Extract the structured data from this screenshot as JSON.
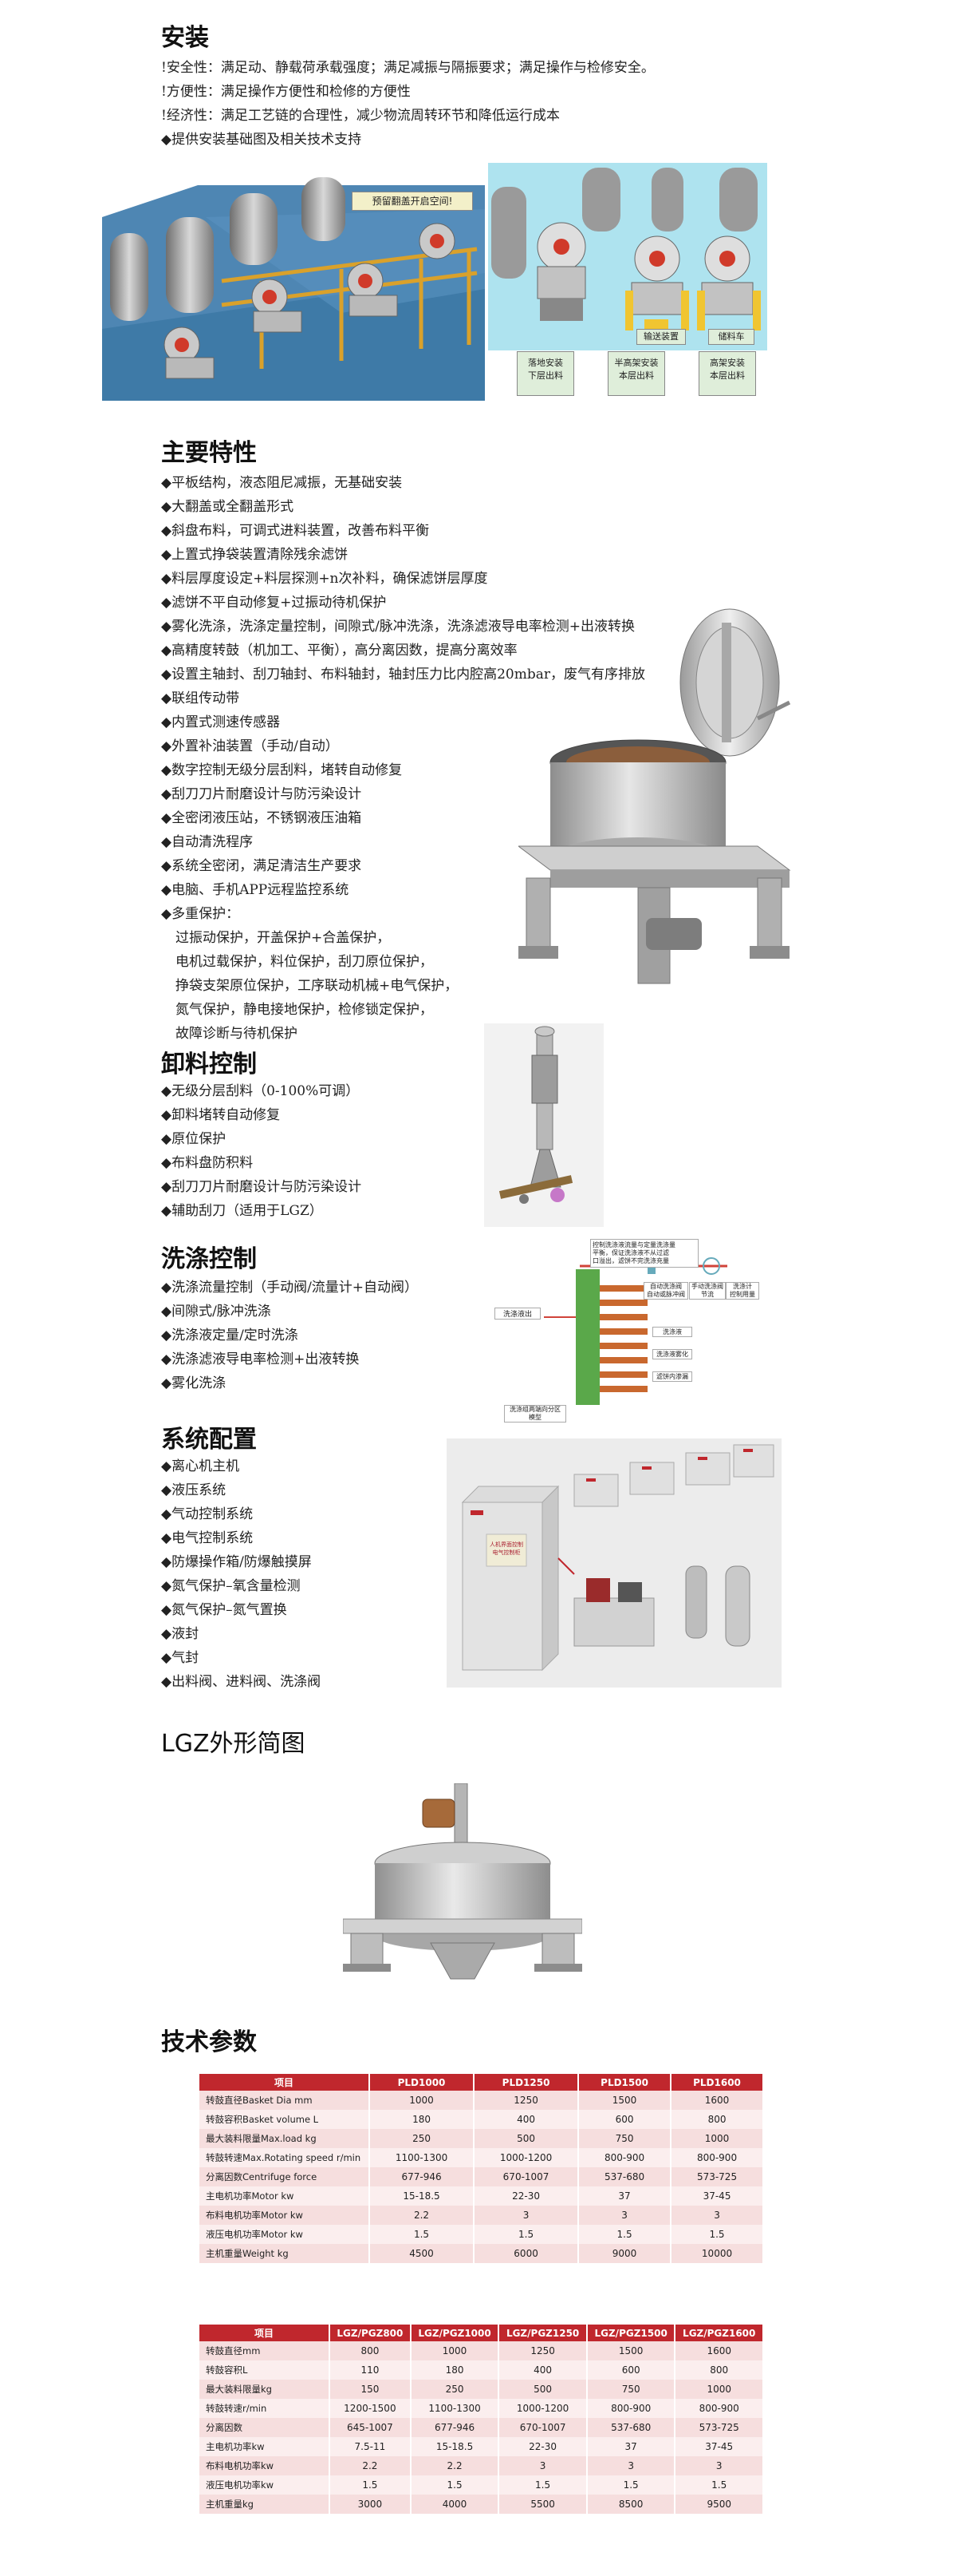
{
  "install": {
    "title": "安装",
    "lines": [
      "!安全性：满足动、静载荷承载强度；满足减振与隔振要求；满足操作与检修安全。",
      "!方便性：满足操作方便性和检修的方便性",
      "!经济性：满足工艺链的合理性，减少物流周转环节和降低运行成本",
      "◆提供安装基础图及相关技术支持"
    ],
    "left_tag": "预留翻盖开启空间!",
    "right_labels": [
      "落地安装\n下层出料",
      "半高架安装\n本层出料",
      "高架安装\n本层出料"
    ],
    "right_mid_labels": [
      "输送装置",
      "储料车"
    ]
  },
  "features": {
    "title": "主要特性",
    "lines": [
      "◆平板结构，液态阻尼减振，无基础安装",
      "◆大翻盖或全翻盖形式",
      "◆斜盘布料，可调式进料装置，改善布料平衡",
      "◆上置式挣袋装置清除残余滤饼",
      "◆料层厚度设定+料层探测+n次补料，确保滤饼层厚度",
      "◆滤饼不平自动修复+过振动待机保护",
      "◆雾化洗涤，洗涤定量控制，间隙式/脉冲洗涤，洗涤滤液导电率检测+出液转换",
      "◆高精度转鼓（机加工、平衡），高分离因数，提高分离效率",
      "◆设置主轴封、刮刀轴封、布料轴封，轴封压力比内腔高20mbar，废气有序排放",
      "◆联组传动带",
      "◆内置式测速传感器",
      "◆外置补油装置（手动/自动）",
      "◆数字控制无级分层刮料，堵转自动修复",
      "◆刮刀刀片耐磨设计与防污染设计",
      "◆全密闭液压站，不锈钢液压油箱",
      "◆自动清洗程序",
      "◆系统全密闭，满足清洁生产要求",
      "◆电脑、手机APP远程监控系统",
      "◆多重保护："
    ],
    "protect_lines": [
      "过振动保护，开盖保护+合盖保护，",
      "电机过载保护，料位保护，刮刀原位保护，",
      "挣袋支架原位保护，工序联动机械+电气保护，",
      "氮气保护，静电接地保护，检修锁定保护，",
      "故障诊断与待机保护"
    ]
  },
  "discharge": {
    "title": "卸料控制",
    "lines": [
      "◆无级分层刮料（0-100%可调）",
      "◆卸料堵转自动修复",
      "◆原位保护",
      "◆布料盘防积料",
      "◆刮刀刀片耐磨设计与防污染设计",
      "◆辅助刮刀（适用于LGZ）"
    ]
  },
  "washing": {
    "title": "洗涤控制",
    "lines": [
      "◆洗涤流量控制（手动阀/流量计+自动阀）",
      "◆间隙式/脉冲洗涤",
      "◆洗涤液定量/定时洗涤",
      "◆洗涤滤液导电率检测+出液转换",
      "◆雾化洗涤"
    ],
    "diagram_labels": {
      "top": "控制洗涤液流量与定量洗涤量\n平衡，保证洗涤液不从过滤\n口溢出，滤饼不完洗涤充量",
      "left": "洗涤液出",
      "box1": "自动洗涤阀\n自动或脉冲阀",
      "box2": "手动洗涤阀\n节流",
      "box3": "洗涤计\n控制用量",
      "r1": "洗涤液",
      "r2": "洗涤液雾化",
      "r3": "滤饼内渗漏",
      "bottom": "洗涤组两端向分区\n模型"
    }
  },
  "system": {
    "title": "系统配置",
    "lines": [
      "◆离心机主机",
      "◆液压系统",
      "◆气动控制系统",
      "◆电气控制系统",
      "◆防爆操作箱/防爆触摸屏",
      "◆氮气保护–氧含量检测",
      "◆氮气保护–氮气置换",
      "◆液封",
      "◆气封",
      "◆出料阀、进料阀、洗涤阀"
    ],
    "cabinet_text": "人机界面控制\n电气控制柜"
  },
  "lgz": {
    "title": "LGZ外形简图"
  },
  "params": {
    "title": "技术参数",
    "table1": {
      "header": [
        "项目",
        "PLD1000",
        "PLD1250",
        "PLD1500",
        "PLD1600"
      ],
      "rows": [
        [
          "转鼓直径Basket Dia mm",
          "1000",
          "1250",
          "1500",
          "1600"
        ],
        [
          "转鼓容积Basket volume L",
          "180",
          "400",
          "600",
          "800"
        ],
        [
          "最大装料限量Max.load kg",
          "250",
          "500",
          "750",
          "1000"
        ],
        [
          "转鼓转速Max.Rotating speed r/min",
          "1100-1300",
          "1000-1200",
          "800-900",
          "800-900"
        ],
        [
          "分离因数Centrifuge force",
          "677-946",
          "670-1007",
          "537-680",
          "573-725"
        ],
        [
          "主电机功率Motor kw",
          "15-18.5",
          "22-30",
          "37",
          "37-45"
        ],
        [
          "布料电机功率Motor kw",
          "2.2",
          "3",
          "3",
          "3"
        ],
        [
          "液压电机功率Motor kw",
          "1.5",
          "1.5",
          "1.5",
          "1.5"
        ],
        [
          "主机重量Weight kg",
          "4500",
          "6000",
          "9000",
          "10000"
        ]
      ]
    },
    "table2": {
      "header": [
        "项目",
        "LGZ/PGZ800",
        "LGZ/PGZ1000",
        "LGZ/PGZ1250",
        "LGZ/PGZ1500",
        "LGZ/PGZ1600"
      ],
      "rows": [
        [
          "转鼓直径mm",
          "800",
          "1000",
          "1250",
          "1500",
          "1600"
        ],
        [
          "转鼓容积L",
          "110",
          "180",
          "400",
          "600",
          "800"
        ],
        [
          "最大装料限量kg",
          "150",
          "250",
          "500",
          "750",
          "1000"
        ],
        [
          "转鼓转速r/min",
          "1200-1500",
          "1100-1300",
          "1000-1200",
          "800-900",
          "800-900"
        ],
        [
          "分离因数",
          "645-1007",
          "677-946",
          "670-1007",
          "537-680",
          "573-725"
        ],
        [
          "主电机功率kw",
          "7.5-11",
          "15-18.5",
          "22-30",
          "37",
          "37-45"
        ],
        [
          "布料电机功率kw",
          "2.2",
          "2.2",
          "3",
          "3",
          "3"
        ],
        [
          "液压电机功率kw",
          "1.5",
          "1.5",
          "1.5",
          "1.5",
          "1.5"
        ],
        [
          "主机重量kg",
          "3000",
          "4000",
          "5500",
          "8500",
          "9500"
        ]
      ]
    }
  },
  "colors": {
    "accent": "#c0272d",
    "row_light": "#fbeeee",
    "row_dark": "#f6dede"
  }
}
